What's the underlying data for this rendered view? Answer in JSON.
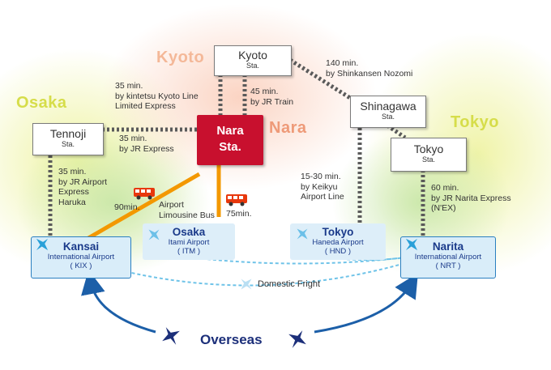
{
  "regions": {
    "osaka": "Osaka",
    "kyoto": "Kyoto",
    "nara": "Nara",
    "tokyo": "Tokyo"
  },
  "stations": {
    "kyoto": {
      "name": "Kyoto",
      "sub": "Sta."
    },
    "tennoji": {
      "name": "Tennoji",
      "sub": "Sta."
    },
    "nara": {
      "name": "Nara",
      "sub": "Sta."
    },
    "shinagawa": {
      "name": "Shinagawa",
      "sub": "Sta."
    },
    "tokyo": {
      "name": "Tokyo",
      "sub": "Sta."
    }
  },
  "routes": {
    "kyoto_kintetsu": [
      "35 min.",
      "by kintetsu Kyoto Line",
      "Limited Express"
    ],
    "kyoto_jr": [
      "45 min.",
      "by JR Train"
    ],
    "shinkansen": [
      "140 min.",
      "by Shinkansen  Nozomi"
    ],
    "tennoji_jr": [
      "35 min.",
      "by JR Express"
    ],
    "haruka": [
      "35 min.",
      "by JR Airport",
      "Express",
      "Haruka"
    ],
    "keikyu": [
      "15-30 min.",
      "by Keikyu",
      "Airport Line"
    ],
    "narita_express": [
      "60 min.",
      "by JR Narita Express",
      "(N'EX)"
    ],
    "bus_kix": "90min.",
    "bus_itm": "75min.",
    "limousine": [
      "Airport",
      "Limousine Bus"
    ]
  },
  "airports": {
    "kix": {
      "name": "Kansai",
      "sub": "International Airport",
      "code": "( KIX )"
    },
    "itm": {
      "name": "Osaka",
      "sub": "Itami Airport",
      "code": "( ITM )"
    },
    "hnd": {
      "name": "Tokyo",
      "sub": "Haneda Airport",
      "code": "( HND )"
    },
    "nrt": {
      "name": "Narita",
      "sub": "International Airport",
      "code": "( NRT )"
    }
  },
  "domestic_flight": "Domestic Fright",
  "overseas": "Overseas",
  "colors": {
    "nara_red": "#c8102e",
    "bus_orange": "#f39800",
    "plane_blue": "#29a0d8",
    "overseas_navy": "#1c2f7a",
    "box_blue": "#d9edf9"
  }
}
